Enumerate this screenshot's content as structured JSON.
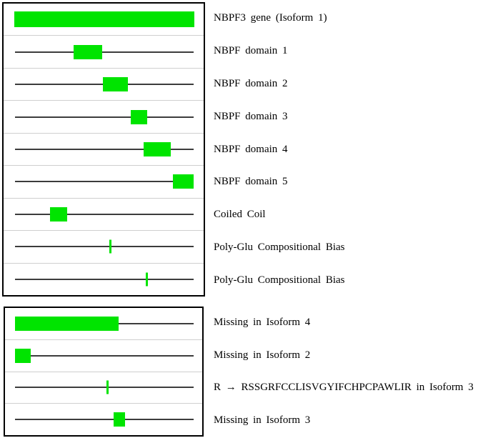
{
  "figure": {
    "description": "Protein feature map of NBPF3 with domain and isoform annotations",
    "colors": {
      "feature_green": "#00e400",
      "track_line": "#3c3c3c",
      "row_separator": "#cfcfcf",
      "panel_border": "#000000",
      "background": "#ffffff",
      "label_text": "#000000"
    },
    "rows": [
      {
        "label": "NBPF3 gene (Isoform 1)",
        "feature": {
          "kind": "bar",
          "start_pct": -0.5,
          "width_pct": 101
        }
      },
      {
        "label": "NBPF domain 1",
        "feature": {
          "kind": "box",
          "start_pct": 32.8,
          "width_pct": 16.0
        }
      },
      {
        "label": "NBPF domain 2",
        "feature": {
          "kind": "box",
          "start_pct": 49.2,
          "width_pct": 14.0
        }
      },
      {
        "label": "NBPF domain 3",
        "feature": {
          "kind": "box",
          "start_pct": 64.8,
          "width_pct": 9.2
        }
      },
      {
        "label": "NBPF domain 4",
        "feature": {
          "kind": "box",
          "start_pct": 72.0,
          "width_pct": 15.2
        }
      },
      {
        "label": "NBPF domain 5",
        "feature": {
          "kind": "box",
          "start_pct": 88.4,
          "width_pct": 11.6
        }
      },
      {
        "label": "Coiled Coil",
        "feature": {
          "kind": "box",
          "start_pct": 19.6,
          "width_pct": 9.6
        }
      },
      {
        "label": "Poly-Glu Compositional Bias",
        "feature": {
          "kind": "tick",
          "center_pct": 53.4
        }
      },
      {
        "label": "Poly-Glu Compositional Bias",
        "feature": {
          "kind": "tick",
          "center_pct": 73.8
        }
      },
      {
        "label": "Missing in Isoform 4",
        "feature": {
          "kind": "box",
          "start_pct": 0,
          "width_pct": 58.0
        }
      },
      {
        "label": "Missing in Isoform 2",
        "feature": {
          "kind": "box",
          "start_pct": 0,
          "width_pct": 8.8
        }
      },
      {
        "label": "R → RSSGRFCCLISVGYIFCHPCPAWLIR in Isoform 3",
        "feature": {
          "kind": "tick",
          "center_pct": 51.9
        }
      },
      {
        "label": "Missing in Isoform 3",
        "feature": {
          "kind": "box",
          "start_pct": 55.3,
          "width_pct": 6.3
        }
      }
    ]
  }
}
